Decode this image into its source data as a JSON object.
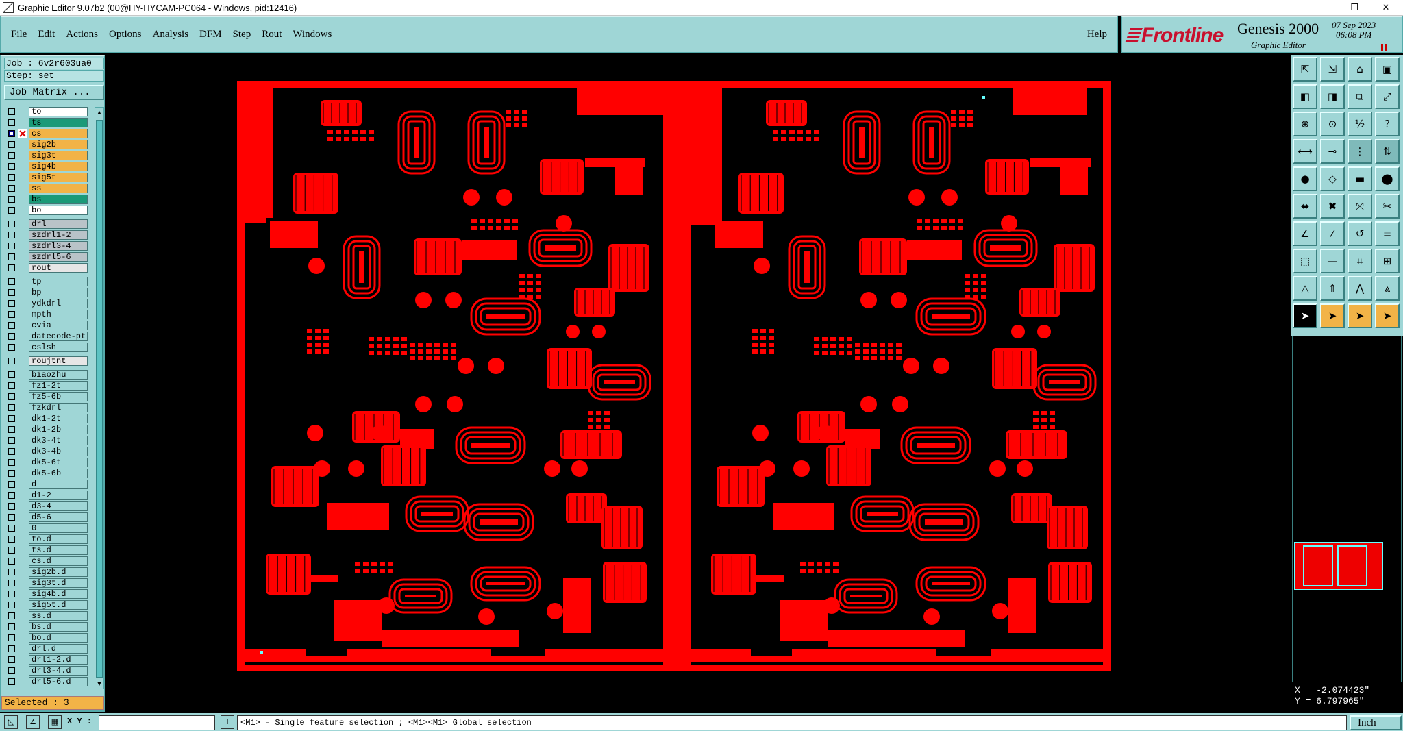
{
  "titlebar": {
    "title": "Graphic Editor 9.07b2 (00@HY-HYCAM-PC064 - Windows, pid:12416)",
    "minimize": "–",
    "restore": "❐",
    "close": "✕"
  },
  "menubar": {
    "items": [
      "File",
      "Edit",
      "Actions",
      "Options",
      "Analysis",
      "DFM",
      "Step",
      "Rout",
      "Windows"
    ],
    "help": "Help"
  },
  "brand": {
    "logo": "Frontline",
    "product": "Genesis 2000",
    "subtitle": "Graphic Editor",
    "date": "07 Sep 2023",
    "time": "06:08 PM"
  },
  "job": {
    "job_line": "Job : 6v2r603ua0",
    "step_line": "Step: set",
    "matrix_button": "Job Matrix ..."
  },
  "layers": [
    {
      "name": "to",
      "color": "#ffffff"
    },
    {
      "name": "ts",
      "color": "#1a9a78"
    },
    {
      "name": "cs",
      "color": "#f2b347",
      "checked": true,
      "active": true
    },
    {
      "name": "sig2b",
      "color": "#f2b347"
    },
    {
      "name": "sig3t",
      "color": "#f2b347"
    },
    {
      "name": "sig4b",
      "color": "#f2b347"
    },
    {
      "name": "sig5t",
      "color": "#f2b347"
    },
    {
      "name": "ss",
      "color": "#f2b347"
    },
    {
      "name": "bs",
      "color": "#1a9a78"
    },
    {
      "name": "bo",
      "color": "#ffffff"
    },
    {
      "name": "drl",
      "color": "#b9c3c8",
      "gap": true
    },
    {
      "name": "szdrl1-2",
      "color": "#b9c3c8"
    },
    {
      "name": "szdrl3-4",
      "color": "#b9c3c8"
    },
    {
      "name": "szdrl5-6",
      "color": "#b9c3c8"
    },
    {
      "name": "rout",
      "color": "#e6e6e6"
    },
    {
      "name": "tp",
      "color": "#9fd6d6",
      "gap": true
    },
    {
      "name": "bp",
      "color": "#9fd6d6"
    },
    {
      "name": "ydkdrl",
      "color": "#9fd6d6"
    },
    {
      "name": "mpth",
      "color": "#9fd6d6"
    },
    {
      "name": "cvia",
      "color": "#9fd6d6"
    },
    {
      "name": "datecode-pt",
      "color": "#9fd6d6"
    },
    {
      "name": "cslsh",
      "color": "#9fd6d6"
    },
    {
      "name": "roujtnt",
      "color": "#e6e6e6",
      "gap": true
    },
    {
      "name": "biaozhu",
      "color": "#9fd6d6",
      "gap": true
    },
    {
      "name": "fz1-2t",
      "color": "#9fd6d6"
    },
    {
      "name": "fz5-6b",
      "color": "#9fd6d6"
    },
    {
      "name": "fzkdrl",
      "color": "#9fd6d6"
    },
    {
      "name": "dk1-2t",
      "color": "#9fd6d6"
    },
    {
      "name": "dk1-2b",
      "color": "#9fd6d6"
    },
    {
      "name": "dk3-4t",
      "color": "#9fd6d6"
    },
    {
      "name": "dk3-4b",
      "color": "#9fd6d6"
    },
    {
      "name": "dk5-6t",
      "color": "#9fd6d6"
    },
    {
      "name": "dk5-6b",
      "color": "#9fd6d6"
    },
    {
      "name": "d",
      "color": "#9fd6d6"
    },
    {
      "name": "d1-2",
      "color": "#9fd6d6"
    },
    {
      "name": "d3-4",
      "color": "#9fd6d6"
    },
    {
      "name": "d5-6",
      "color": "#9fd6d6"
    },
    {
      "name": "0",
      "color": "#9fd6d6"
    },
    {
      "name": "to.d",
      "color": "#9fd6d6"
    },
    {
      "name": "ts.d",
      "color": "#9fd6d6"
    },
    {
      "name": "cs.d",
      "color": "#9fd6d6"
    },
    {
      "name": "sig2b.d",
      "color": "#9fd6d6"
    },
    {
      "name": "sig3t.d",
      "color": "#9fd6d6"
    },
    {
      "name": "sig4b.d",
      "color": "#9fd6d6"
    },
    {
      "name": "sig5t.d",
      "color": "#9fd6d6"
    },
    {
      "name": "ss.d",
      "color": "#9fd6d6"
    },
    {
      "name": "bs.d",
      "color": "#9fd6d6"
    },
    {
      "name": "bo.d",
      "color": "#9fd6d6"
    },
    {
      "name": "drl.d",
      "color": "#9fd6d6"
    },
    {
      "name": "drl1-2.d",
      "color": "#9fd6d6"
    },
    {
      "name": "drl3-4.d",
      "color": "#9fd6d6"
    },
    {
      "name": "drl5-6.d",
      "color": "#9fd6d6"
    }
  ],
  "status": {
    "selected": "Selected : 3",
    "xy_label": "X Y :",
    "xy_value": "",
    "message": "<M1> - Single feature selection ; <M1><M1> Global selection",
    "units": "Inch"
  },
  "coords": {
    "x": "X = -2.074423\"",
    "y": "Y = 6.797965\""
  },
  "tools": [
    "zoom-home-icon",
    "zoom-previous-icon",
    "home-icon",
    "full-screen-icon",
    "pan-left-icon",
    "pan-right-icon",
    "zoom-window-icon",
    "zoom-fit-icon",
    "center-icon",
    "center-view-icon",
    "one-to-two-icon",
    "query-icon",
    "measure-icon",
    "snap-icon",
    "netlist-icon",
    "layer-compare-icon",
    "add-pad-icon",
    "add-shape-icon",
    "add-line-icon",
    "add-circle-icon",
    "move-icon",
    "delete-icon",
    "connect-icon",
    "split-icon",
    "angle-line-icon",
    "slash-line-icon",
    "arc-icon",
    "align-icon",
    "select-area-icon",
    "cut-icon",
    "node-icon",
    "group-icon",
    "triangle-icon",
    "arrow-up-icon",
    "tent-icon",
    "hat-icon",
    "pointer-icon",
    "pointer-select-icon",
    "pointer-edit-icon",
    "pointer-move-icon"
  ],
  "colors": {
    "copper": "#ff0000",
    "panel": "#9fd6d6",
    "highlight": "#f2b347"
  }
}
